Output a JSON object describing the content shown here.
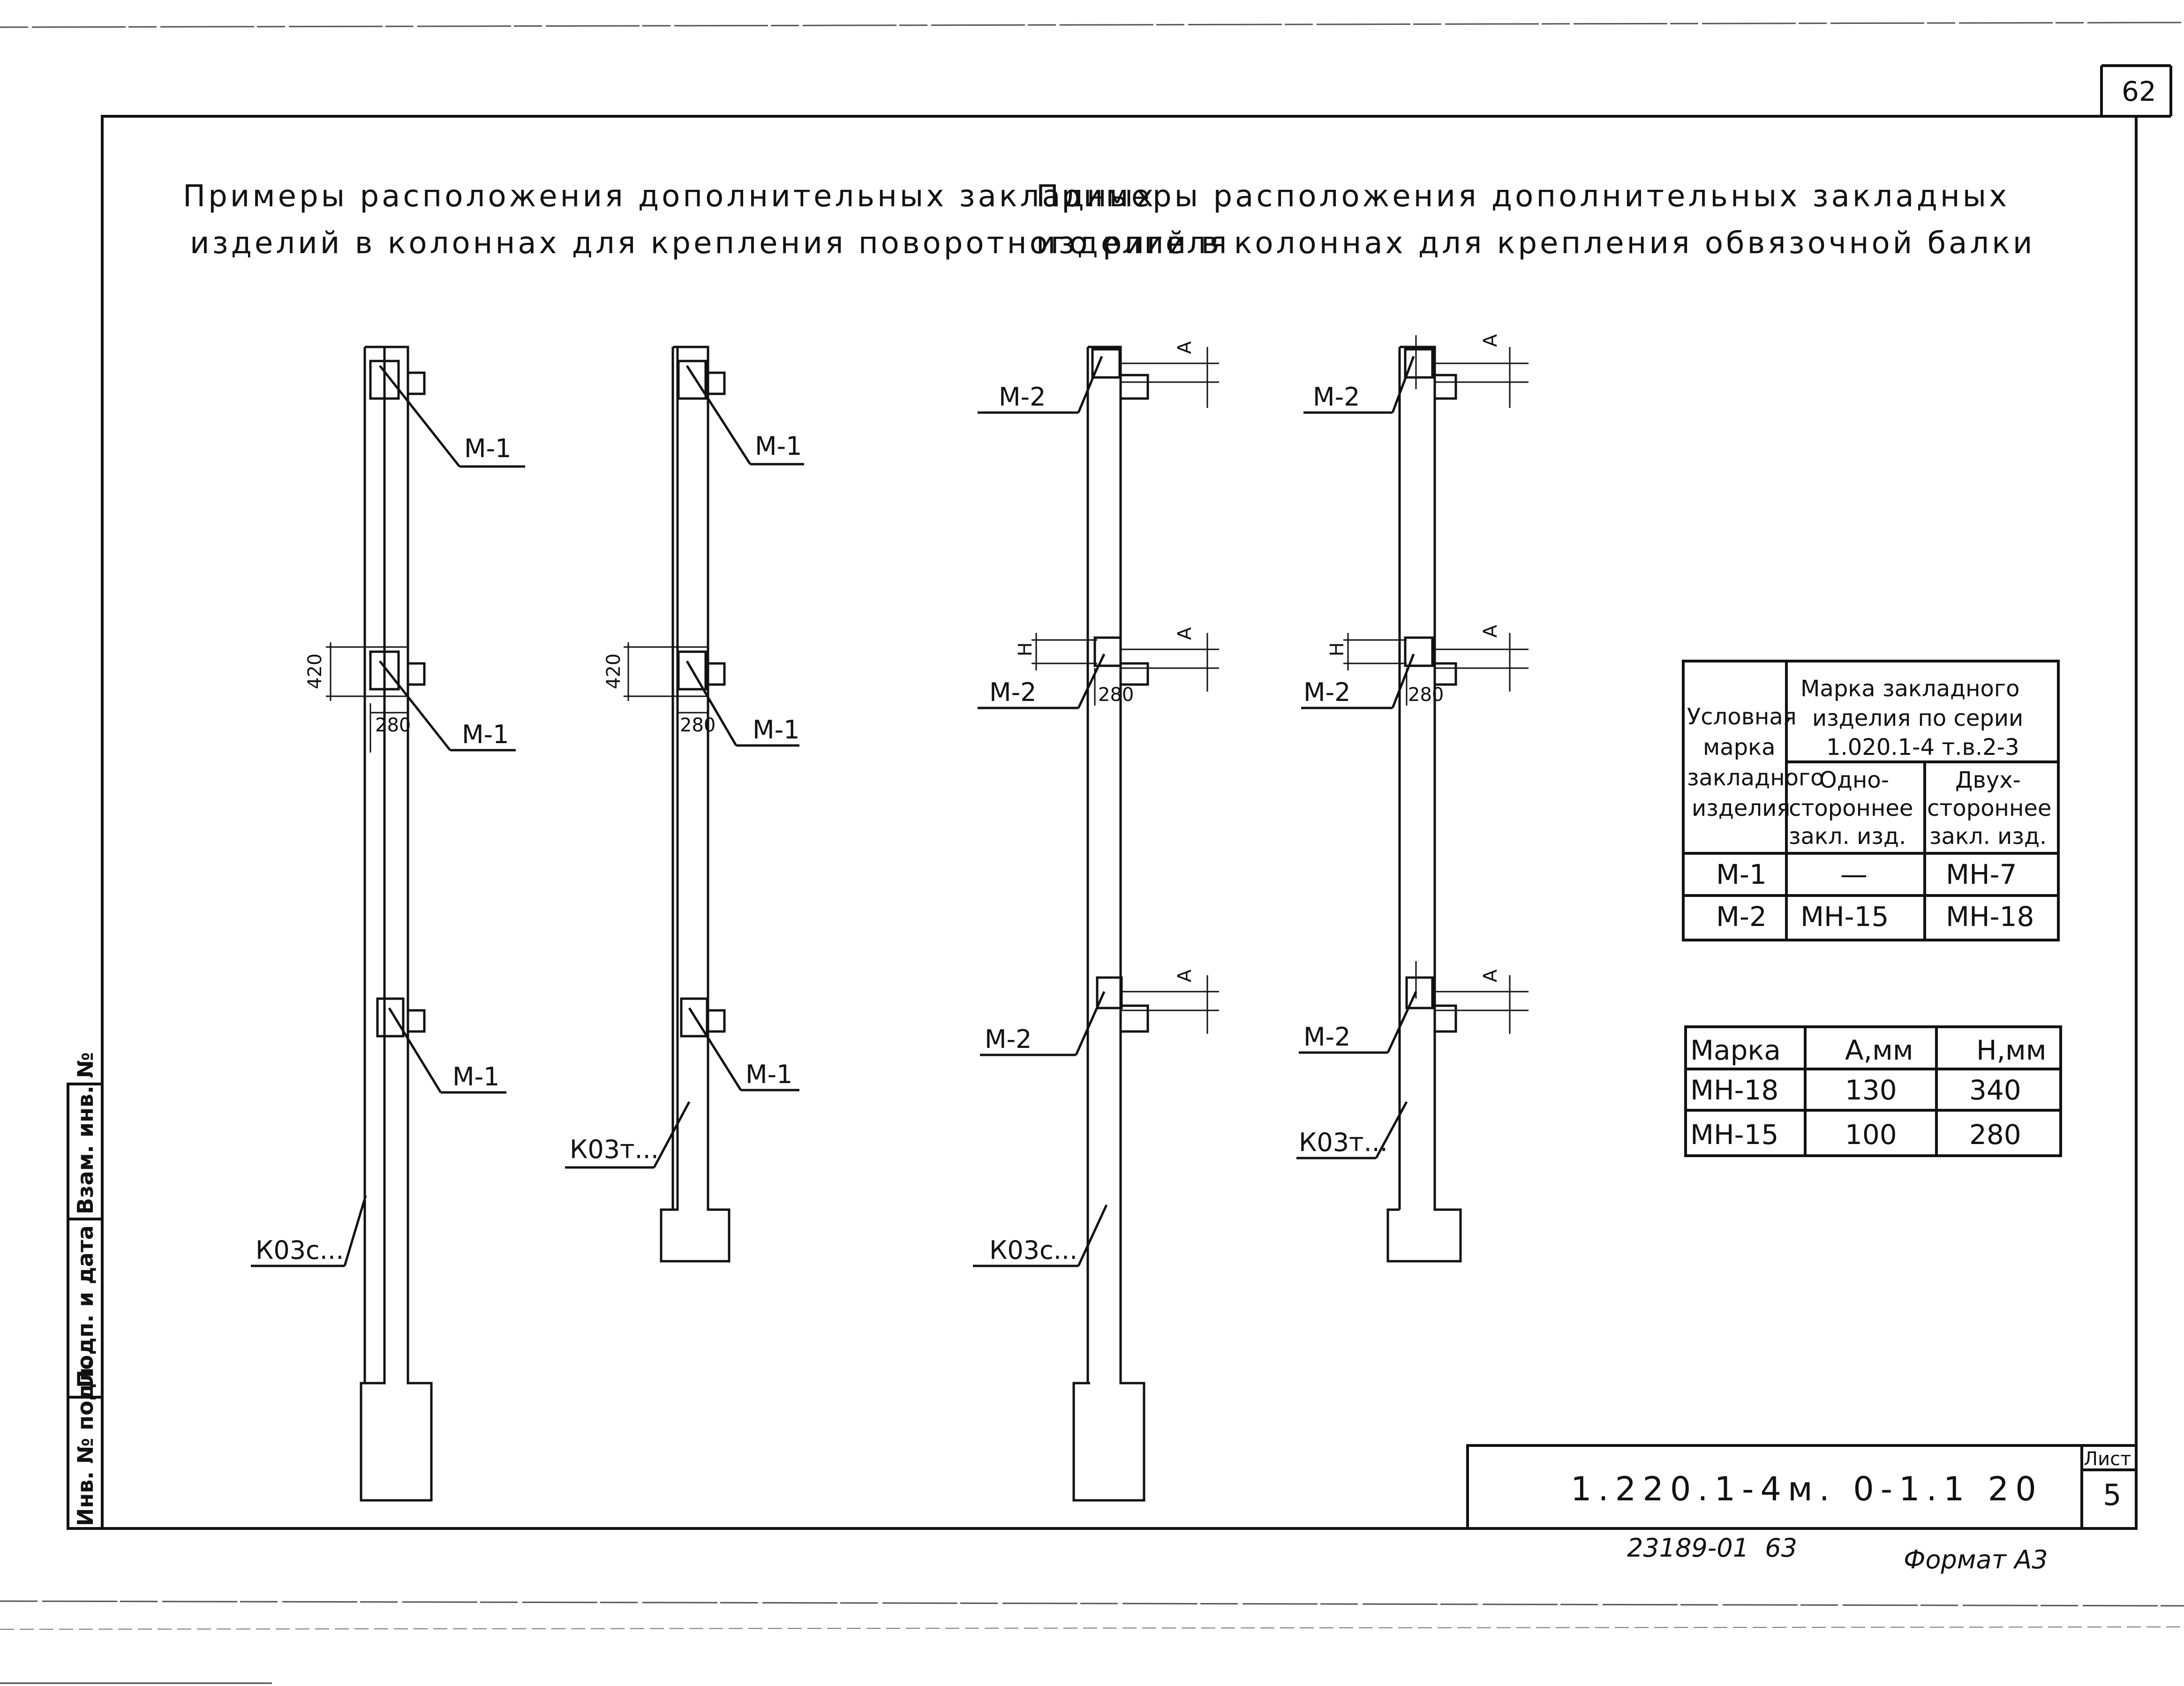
{
  "sheet_number_corner": "62",
  "titles": {
    "left": [
      "Примеры расположения дополнительных закладных",
      "изделий в колоннах для крепления поворотного ригеля"
    ],
    "right": [
      "Примеры расположения дополнительных закладных",
      "изделий в колоннах для крепления обвязочной балки"
    ]
  },
  "columns": {
    "c1": {
      "marks": [
        "М-1",
        "М-1",
        "М-1"
      ],
      "dim_vertical": "420",
      "dim_horizontal": "280",
      "column_mark": "К03с..."
    },
    "c2": {
      "marks": [
        "М-1",
        "М-1",
        "М-1"
      ],
      "dim_vertical": "420",
      "dim_horizontal": "280",
      "column_mark": "К03т..."
    },
    "c3": {
      "marks": [
        "М-2",
        "М-2",
        "М-2"
      ],
      "dim_a": "А",
      "dim_h": "Н",
      "dim_horizontal": "280",
      "column_mark": "К03с..."
    },
    "c4": {
      "marks": [
        "М-2",
        "М-2",
        "М-2"
      ],
      "dim_a": "А",
      "dim_h": "Н",
      "dim_horizontal": "280",
      "column_mark": "К03т..."
    }
  },
  "table1": {
    "col1_header": [
      "Условная",
      "марка",
      "закладного",
      "изделия"
    ],
    "group_header": [
      "Марка закладного",
      "изделия по серии",
      "1.020.1-4 т.в.2-3"
    ],
    "col2_header": [
      "Одно-",
      "стороннее",
      "закл. изд."
    ],
    "col3_header": [
      "Двух-",
      "стороннее",
      "закл. изд."
    ],
    "rows": [
      [
        "М-1",
        "—",
        "МН-7"
      ],
      [
        "М-2",
        "МН-15",
        "МН-18"
      ]
    ]
  },
  "table2": {
    "headers": [
      "Марка",
      "А,мм",
      "Н,мм"
    ],
    "rows": [
      [
        "МН-18",
        "130",
        "340"
      ],
      [
        "МН-15",
        "100",
        "280"
      ]
    ]
  },
  "side_stamp": [
    "Инв. № подл.",
    "Подп. и дата",
    "Взам. инв. №"
  ],
  "title_block": {
    "code": "1.220.1-4м. 0-1.1 20",
    "sheet_label": "Лист",
    "sheet_value": "5"
  },
  "bottom": {
    "order": "23189-01  63",
    "format": "Формат А3"
  }
}
